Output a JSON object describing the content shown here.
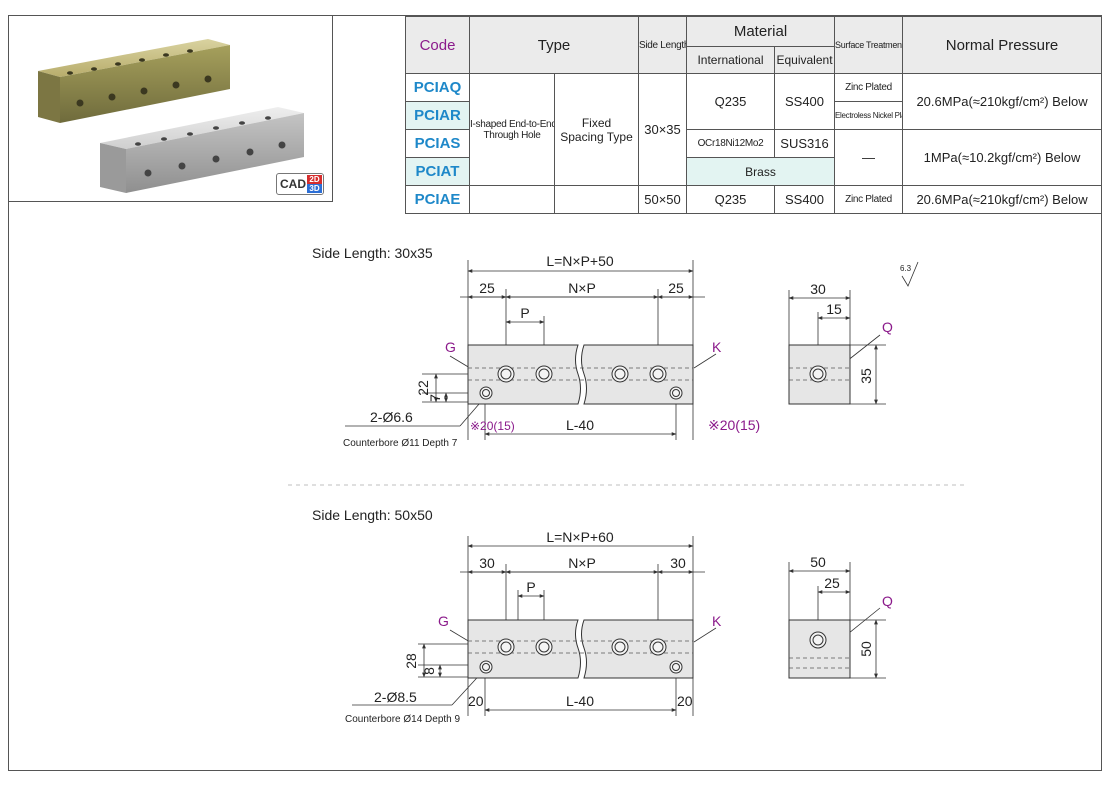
{
  "table": {
    "headers": {
      "code": "Code",
      "type": "Type",
      "side_length": "Side Length",
      "material": "Material",
      "international": "International",
      "equivalent": "Equivalent",
      "surface_treatment": "Surface Treatment",
      "normal_pressure": "Normal Pressure"
    },
    "codes": [
      "PCIAQ",
      "PCIAR",
      "PCIAS",
      "PCIAT",
      "PCIAE"
    ],
    "type_line1": "I-shaped End-to-End",
    "type_line2": "Through Hole",
    "spacing_line1": "Fixed",
    "spacing_line2": "Spacing Type",
    "side_30": "30×35",
    "side_50": "50×50",
    "q235": "Q235",
    "ss400": "SS400",
    "ocr": "OCr18Ni12Mo2",
    "sus316": "SUS316",
    "brass": "Brass",
    "q235_e": "Q235",
    "ss400_e": "SS400",
    "zinc": "Zinc Plated",
    "electroless": "Electroless Nickel Plating",
    "dash": "—",
    "zinc_e": "Zinc Plated",
    "pressure_high": "20.6MPa(≈210kgf/cm²) Below",
    "pressure_low": "1MPa(≈10.2kgf/cm²) Below",
    "pressure_high_e": "20.6MPa(≈210kgf/cm²) Below"
  },
  "cad_badge": {
    "cad": "CAD",
    "d2": "2D",
    "d3": "3D"
  },
  "drawing1": {
    "title": "Side Length: 30x35",
    "overall": "L=N×P+50",
    "left_end": "25",
    "middle": "N×P",
    "right_end": "25",
    "pitch": "P",
    "g": "G",
    "k": "K",
    "dim_22": "22",
    "dim_7": "7",
    "hole": "2-Ø6.6",
    "counterbore": "Counterbore Ø11 Depth 7",
    "left_bottom": "※20(15)",
    "mid_bottom": "L-40",
    "right_bottom": "※20(15)",
    "side_w": "30",
    "side_half": "15",
    "side_h": "35",
    "q": "Q",
    "roughness": "6.3"
  },
  "drawing2": {
    "title": "Side Length: 50x50",
    "overall": "L=N×P+60",
    "left_end": "30",
    "middle": "N×P",
    "right_end": "30",
    "pitch": "P",
    "g": "G",
    "k": "K",
    "dim_28": "28",
    "dim_8": "8",
    "hole": "2-Ø8.5",
    "counterbore": "Counterbore Ø14 Depth 9",
    "left_bottom": "20",
    "mid_bottom": "L-40",
    "right_bottom": "20",
    "side_w": "50",
    "side_half": "25",
    "side_h": "50",
    "q": "Q"
  }
}
